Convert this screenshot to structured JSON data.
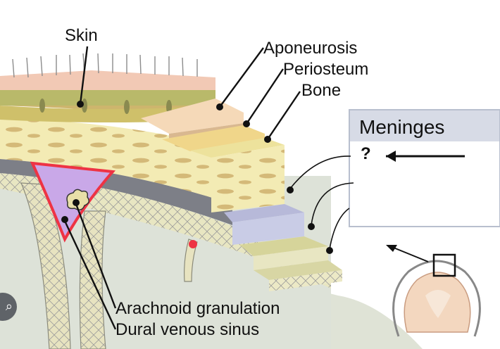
{
  "labels": {
    "skin": "Skin",
    "aponeurosis": "Aponeurosis",
    "periosteum": "Periosteum",
    "bone": "Bone",
    "arachnoid_granulation": "Arachnoid granulation",
    "dural_venous_sinus": "Dural venous sinus"
  },
  "meninges": {
    "title": "Meninges",
    "unknown_mark": "?"
  },
  "colors": {
    "skin": "#f2c9b5",
    "dermis": "#d8c07a",
    "aponeurosis": "#f5d9b8",
    "periosteum": "#f0d68a",
    "bone": "#f3ebb4",
    "dura": "#c9cce6",
    "sinus": "#c9a8e8",
    "brain": "#dfe3d6",
    "highlight_red": "#ee3344"
  },
  "icons": {
    "lens": "google-lens-icon",
    "brain_thumbnail": "brain-head-icon"
  }
}
